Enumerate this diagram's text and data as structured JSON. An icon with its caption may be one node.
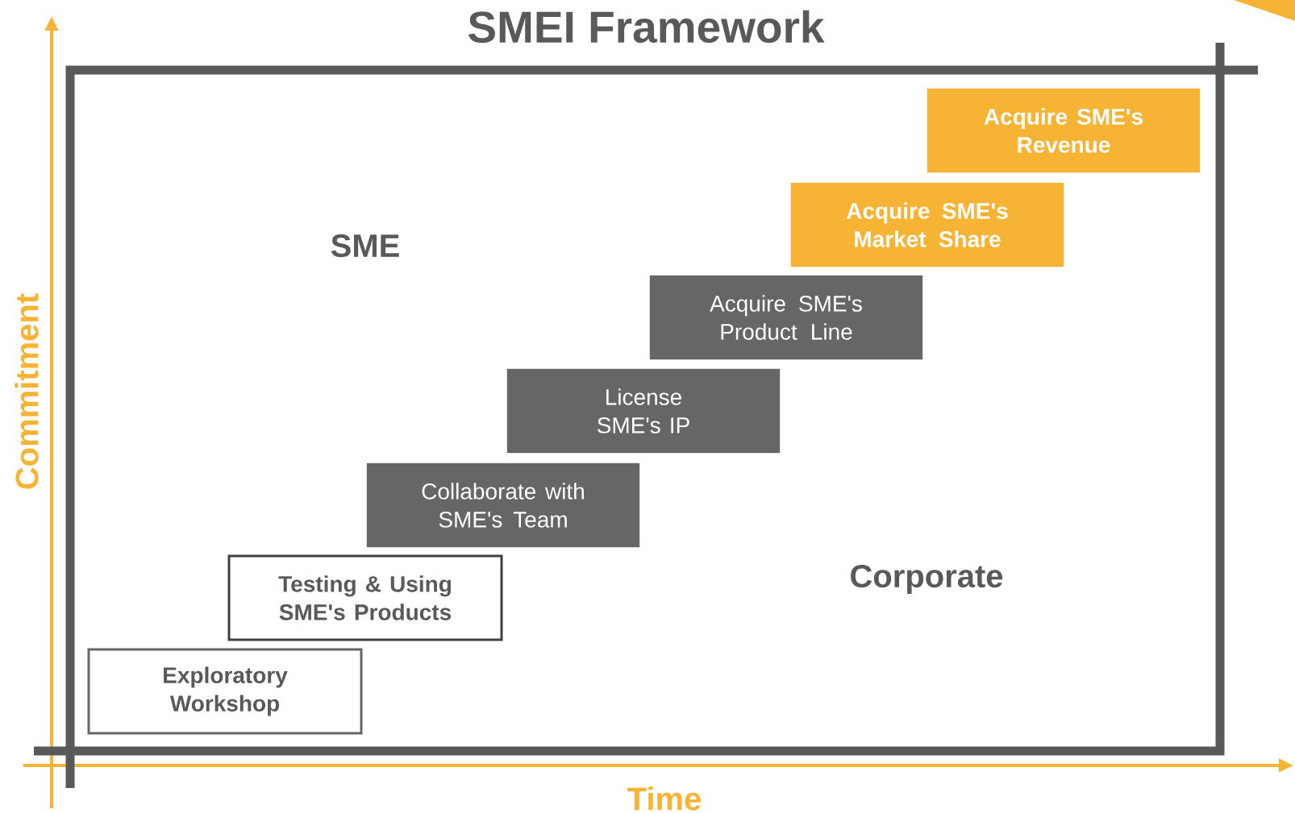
{
  "diagram": {
    "title": "SMEI Framework",
    "nodes": [
      {
        "text": [
          "Exploratory Workshop"
        ]
      },
      {
        "text": [
          "Testing & Using SME's Products"
        ]
      },
      {
        "text": [
          "Collaborate with SME's Team"
        ]
      },
      {
        "text": [
          "License SME's IP"
        ]
      },
      {
        "text": [
          "Acquire SME's Product Line"
        ]
      },
      {
        "text": [
          "Acquire SME's Market Share"
        ]
      },
      {
        "text": [
          "Acquire SME's Revenue"
        ]
      }
    ],
    "edges": [],
    "labels": [
      "SME",
      "Corporate",
      "Commitment",
      "Time"
    ]
  }
}
